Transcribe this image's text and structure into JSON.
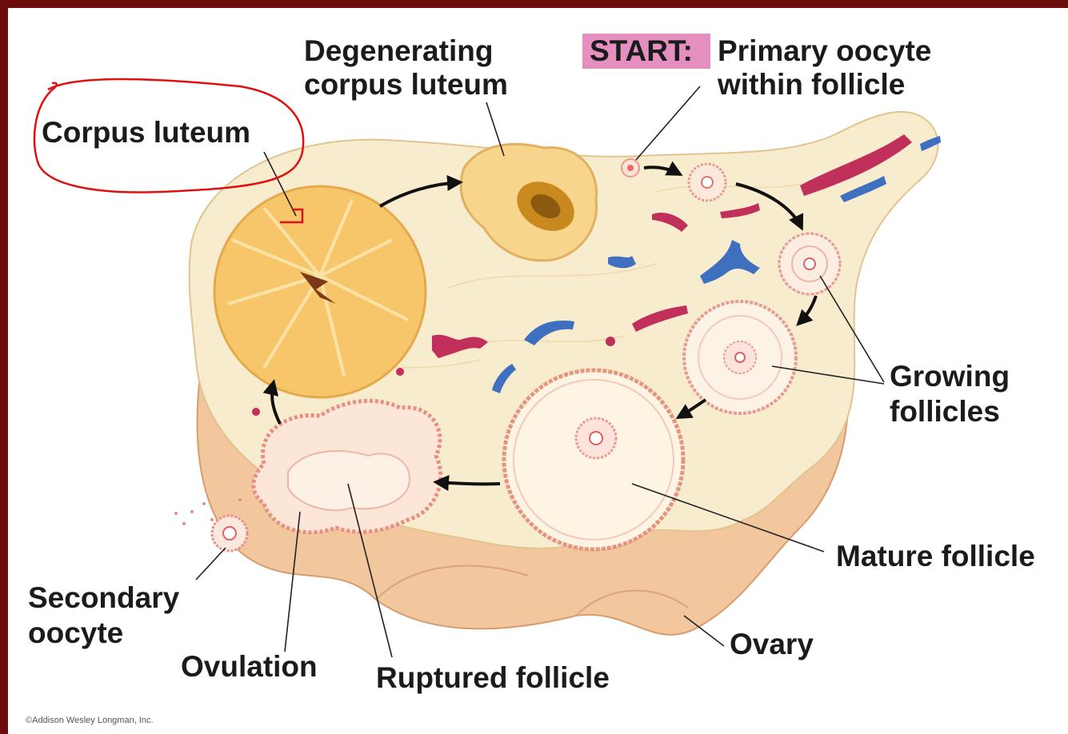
{
  "labels": {
    "degenerating_line1": "Degenerating",
    "degenerating_line2": "corpus luteum",
    "start_tag": "START:",
    "primary_line1": "Primary oocyte",
    "primary_line2": "within follicle",
    "corpus_luteum": "Corpus luteum",
    "growing_line1": "Growing",
    "growing_line2": "follicles",
    "mature_follicle": "Mature follicle",
    "secondary_line1": "Secondary",
    "secondary_line2": "oocyte",
    "ovulation": "Ovulation",
    "ruptured_follicle": "Ruptured follicle",
    "ovary": "Ovary"
  },
  "credit": "©Addison Wesley Longman, Inc.",
  "colors": {
    "frame": "#6b0b0b",
    "start_highlight": "#e48fc0",
    "annotation_red": "#e01010",
    "ovary_cortex": "#f8ecce",
    "ovary_medulla": "#f2c79e",
    "corpus_luteum_fill": "#f7c66b",
    "vessel_red": "#c0305a",
    "vessel_blue": "#3f6fbf"
  }
}
